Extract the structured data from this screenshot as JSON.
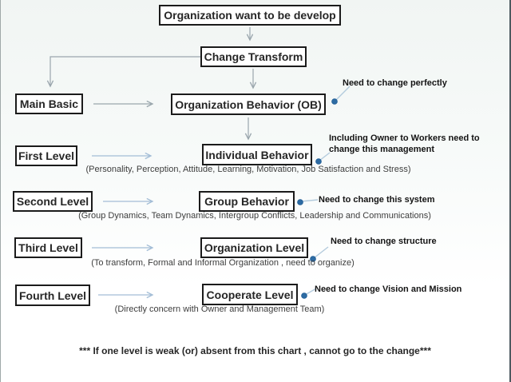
{
  "title": "Organization development flowchart",
  "colors": {
    "box_border": "#1b1b1b",
    "arrow_grey": "#9aa6ad",
    "arrow_blue": "#a3bdd6",
    "callout_dot": "#2d6ba3",
    "callout_line": "#b3cbdd",
    "annotation_text": "#141414"
  },
  "nodes": {
    "org_develop": "Organization want to be develop",
    "change_transform": "Change Transform",
    "main_basic": "Main Basic",
    "ob": "Organization Behavior (OB)",
    "first_level": "First Level",
    "individual_behavior": "Individual Behavior",
    "second_level": "Second Level",
    "group_behavior": "Group Behavior",
    "third_level": "Third Level",
    "organization_level": "Organization Level",
    "fourth_level": "Fourth Level",
    "cooperate_level": "Cooperate Level"
  },
  "annotations": {
    "ob": "Need to change perfectly",
    "individual": "Including Owner to Workers need to change this management",
    "group": "Need to change this system",
    "organization": "Need to change structure",
    "cooperate": "Need to change Vision and Mission"
  },
  "captions": {
    "individual": "(Personality, Perception, Attitude, Learning, Motivation, Job Satisfaction and Stress)",
    "group": "(Group Dynamics, Team Dynamics, Intergroup Conflicts, Leadership and Communications)",
    "organization": "(To transform, Formal and Informal Organization , need to organize)",
    "cooperate": "(Directly concern with Owner and Management Team)"
  },
  "footnote": "*** If one level is weak (or) absent from this chart , cannot go to the change***"
}
